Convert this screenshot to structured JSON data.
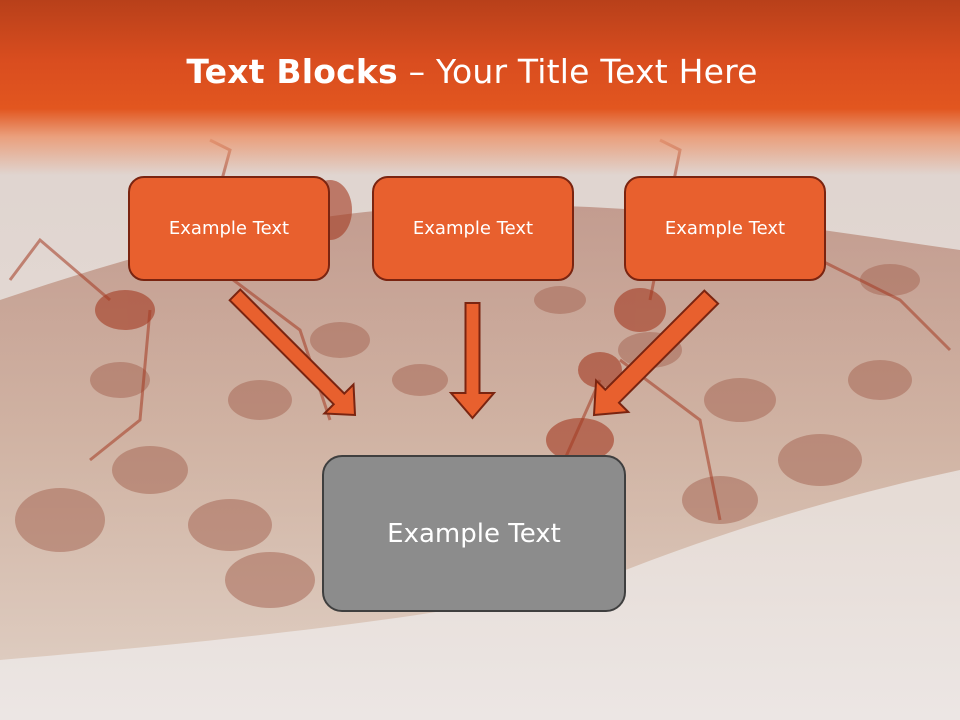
{
  "slide": {
    "title_strong": "Text Blocks",
    "title_dash": " – ",
    "title_rest": "Your Title Text Here"
  },
  "boxes": [
    {
      "label": "Example Text"
    },
    {
      "label": "Example Text"
    },
    {
      "label": "Example Text"
    }
  ],
  "result_box": {
    "label": "Example Text"
  },
  "colors": {
    "header": "#e2561f",
    "box_fill": "#e8602e",
    "box_border": "#7a2410",
    "arrow": "#e8602e",
    "result_fill": "#8c8c8c",
    "result_border": "#3f3f3f"
  },
  "background_image": "red-ants-on-branch"
}
